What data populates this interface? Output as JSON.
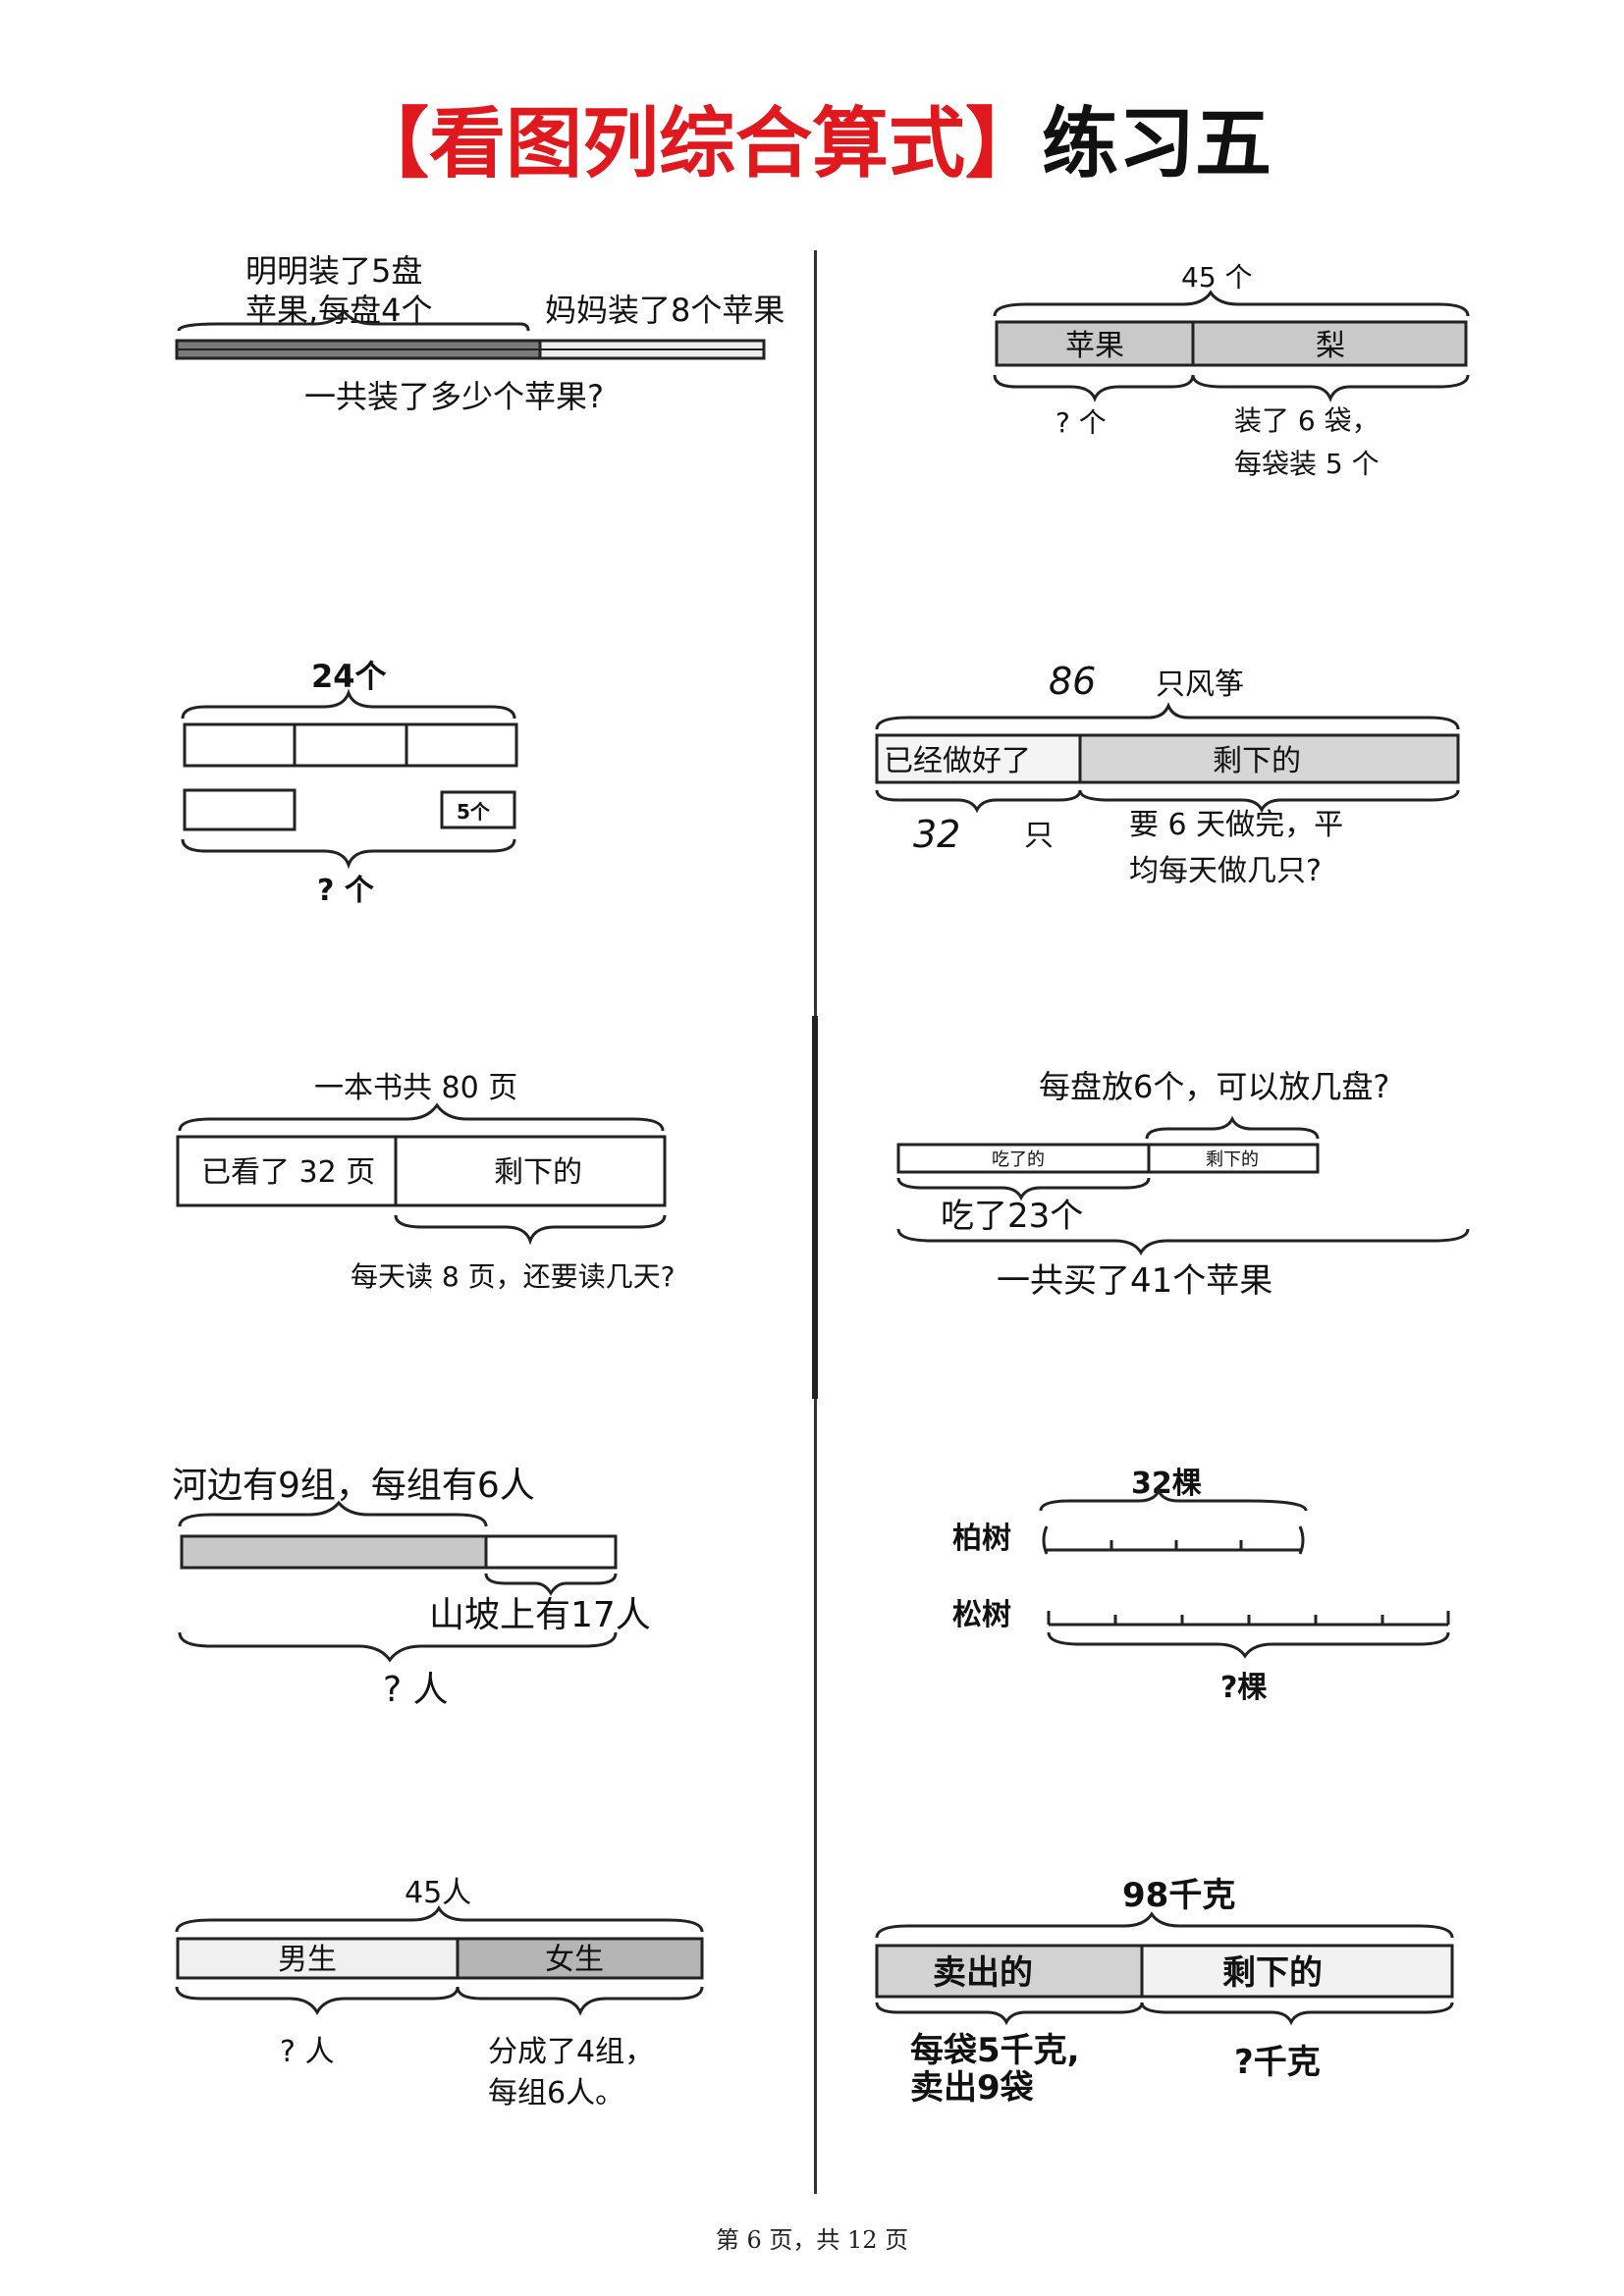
{
  "title": {
    "bracketed": "【看图列综合算式】",
    "suffix": "练习五"
  },
  "footer": "第 6 页，共 12 页",
  "problems": {
    "p1": {
      "text1": "明明装了5盘",
      "text2": "苹果,每盘4个",
      "text3": "妈妈装了8个苹果",
      "question": "一共装了多少个苹果?"
    },
    "p2": {
      "total": "24个",
      "box": "5个",
      "question": "? 个"
    },
    "p3": {
      "total": "一本书共 80 页",
      "read": "已看了 32 页",
      "left": "剩下的",
      "question": "每天读 8 页，还要读几天?"
    },
    "p4": {
      "text1": "河边有9组，每组有6人",
      "text2": "山坡上有17人",
      "question": "? 人"
    },
    "p5": {
      "total": "45人",
      "boys": "男生",
      "girls": "女生",
      "question": "? 人",
      "note1": "分成了4组，",
      "note2": "每组6人。"
    },
    "p6": {
      "total": "45 个",
      "apple": "苹果",
      "pear": "梨",
      "question": "? 个",
      "note1": "装了 6 袋，",
      "note2": "每袋装 5 个"
    },
    "p7": {
      "total_num": "86",
      "total_unit": "只风筝",
      "done": "已经做好了",
      "left": "剩下的",
      "done_num": "32",
      "done_unit": "只",
      "note1": "要 6 天做完，平",
      "note2": "均每天做几只?"
    },
    "p8": {
      "question_top": "每盘放6个，可以放几盘?",
      "eaten": "吃了的",
      "left": "剩下的",
      "eaten_count": "吃了23个",
      "total": "一共买了41个苹果"
    },
    "p9": {
      "total": "32棵",
      "cypress": "柏树",
      "pine": "松树",
      "question": "?棵"
    },
    "p10": {
      "total": "98千克",
      "sold": "卖出的",
      "left": "剩下的",
      "note1": "每袋5千克,",
      "note2": "卖出9袋",
      "question": "?千克"
    }
  }
}
